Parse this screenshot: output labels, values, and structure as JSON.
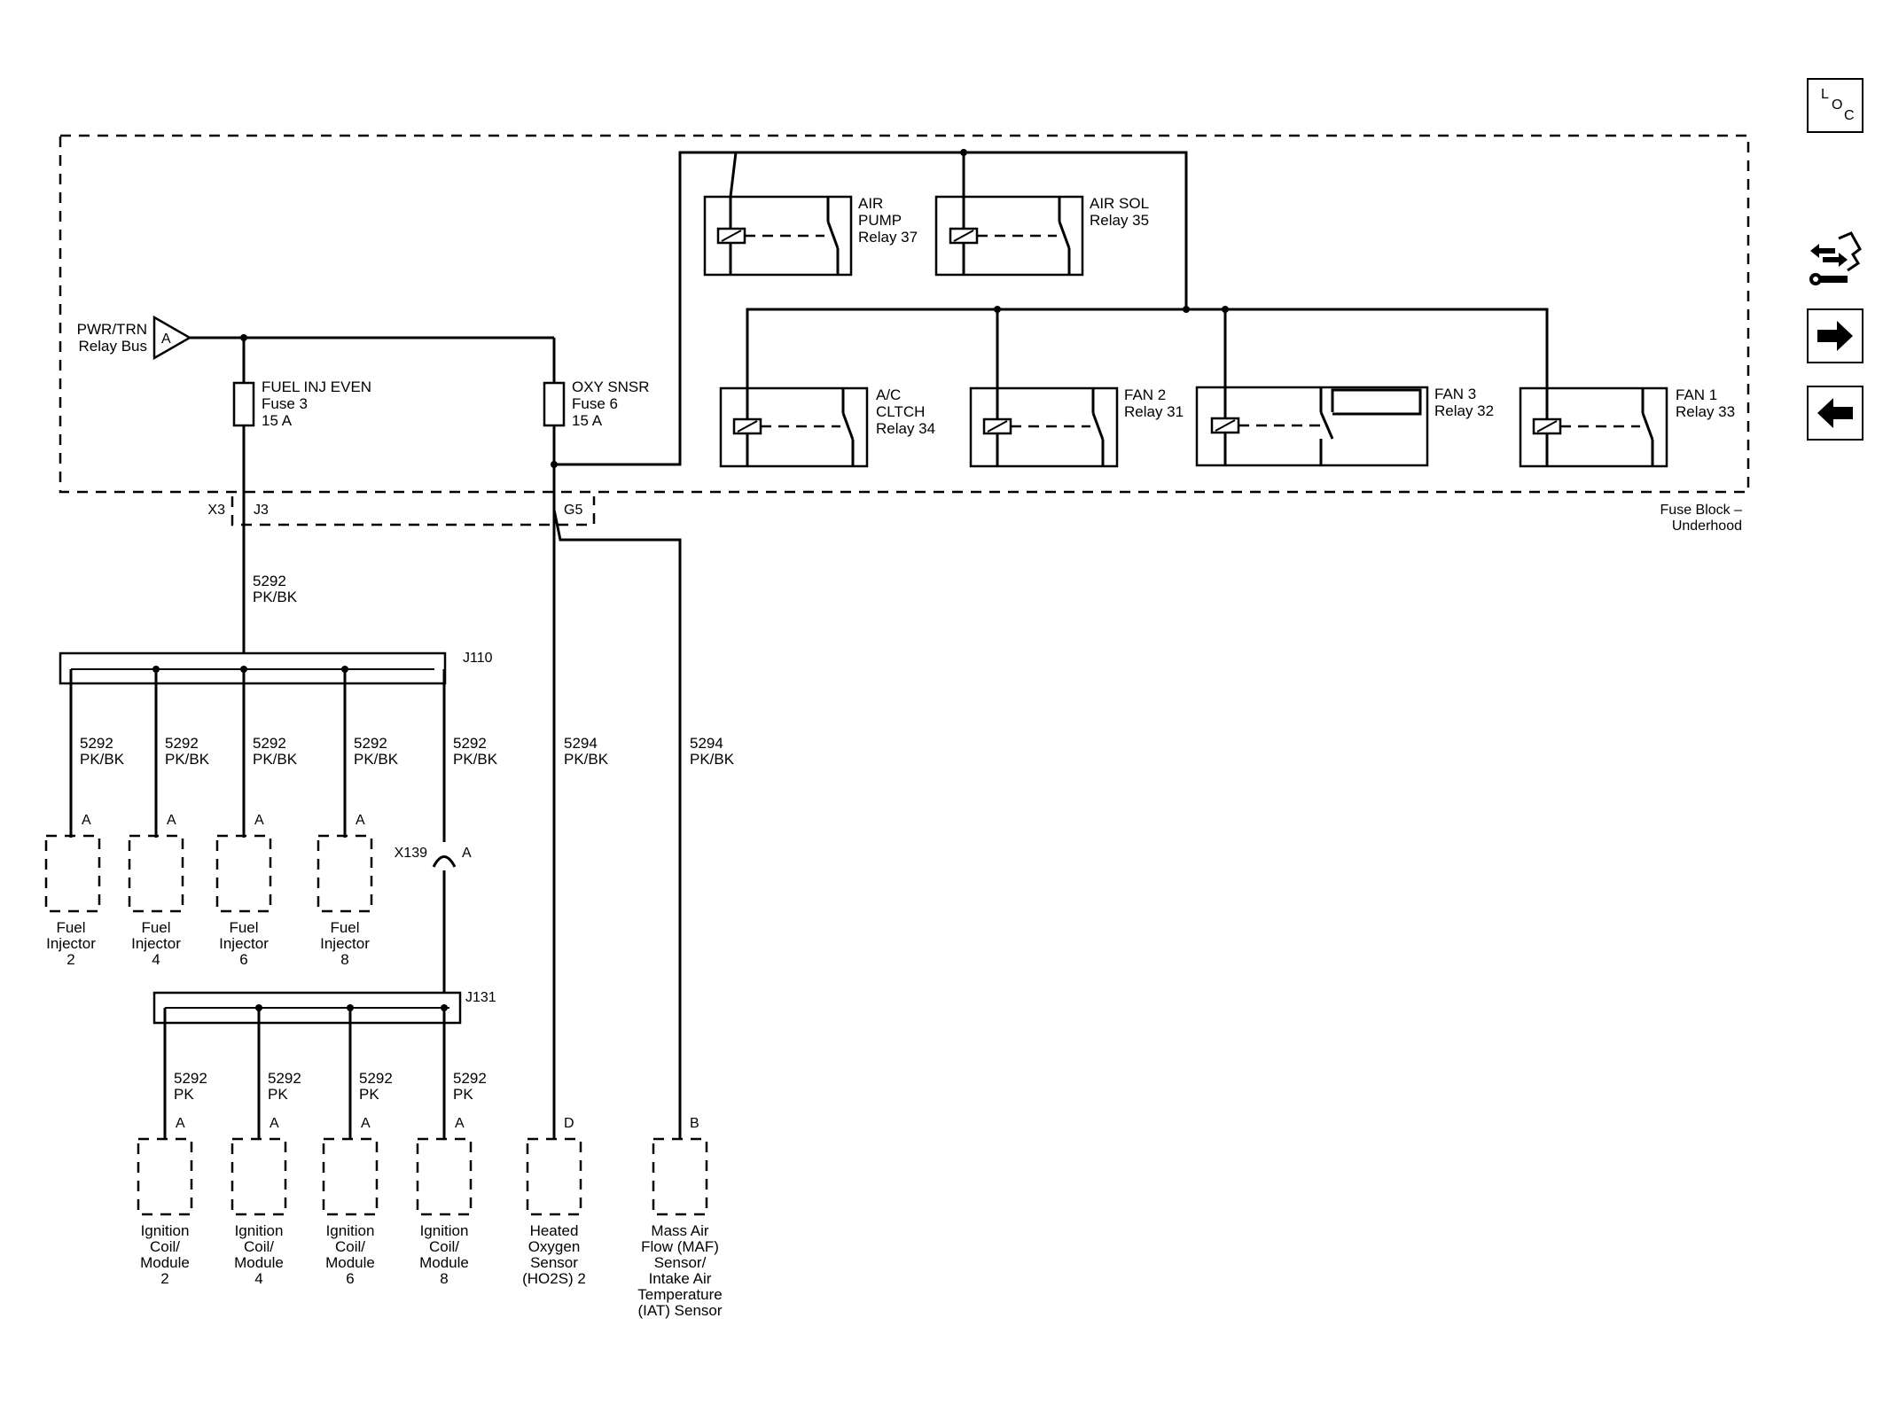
{
  "loc_button": {
    "l": "L",
    "o": "O",
    "c": "C"
  },
  "power_source": {
    "pin": "A",
    "line1": "PWR/TRN",
    "line2": "Relay Bus"
  },
  "fuse_block": {
    "line1": "Fuse Block –",
    "line2": "Underhood"
  },
  "fuses": [
    {
      "name": "FUEL INJ EVEN",
      "fuse": "Fuse 3",
      "rating": "15 A"
    },
    {
      "name": "OXY SNSR",
      "fuse": "Fuse 6",
      "rating": "15 A"
    }
  ],
  "relays": [
    {
      "lines": [
        "AIR",
        "PUMP",
        "Relay 37"
      ]
    },
    {
      "lines": [
        "AIR SOL",
        "Relay 35"
      ]
    },
    {
      "lines": [
        "A/C",
        "CLTCH",
        "Relay 34"
      ]
    },
    {
      "lines": [
        "FAN 2",
        "Relay 31"
      ]
    },
    {
      "lines": [
        "FAN 3",
        "Relay 32"
      ]
    },
    {
      "lines": [
        "FAN 1",
        "Relay 33"
      ]
    }
  ],
  "connectors": {
    "x3": "X3",
    "j3": "J3",
    "g5": "G5",
    "j110": "J110",
    "x139": "X139",
    "x139_pin": "A",
    "j131": "J131"
  },
  "circuits": {
    "main_num": "5292",
    "main_color": "PK/BK",
    "inj_num": "5292",
    "inj_color": "PK/BK",
    "coil_num": "5292",
    "coil_color": "PK",
    "oxy_num": "5294",
    "oxy_color": "PK/BK",
    "maf_num": "5294",
    "maf_color": "PK/BK"
  },
  "pins": {
    "a": "A",
    "d": "D",
    "b": "B"
  },
  "injectors": [
    {
      "lines": [
        "Fuel",
        "Injector",
        "2"
      ]
    },
    {
      "lines": [
        "Fuel",
        "Injector",
        "4"
      ]
    },
    {
      "lines": [
        "Fuel",
        "Injector",
        "6"
      ]
    },
    {
      "lines": [
        "Fuel",
        "Injector",
        "8"
      ]
    }
  ],
  "coils": [
    {
      "lines": [
        "Ignition",
        "Coil/",
        "Module",
        "2"
      ]
    },
    {
      "lines": [
        "Ignition",
        "Coil/",
        "Module",
        "4"
      ]
    },
    {
      "lines": [
        "Ignition",
        "Coil/",
        "Module",
        "6"
      ]
    },
    {
      "lines": [
        "Ignition",
        "Coil/",
        "Module",
        "8"
      ]
    }
  ],
  "sensors": [
    {
      "lines": [
        "Heated",
        "Oxygen",
        "Sensor",
        "(HO2S) 2"
      ]
    },
    {
      "lines": [
        "Mass Air",
        "Flow (MAF)",
        "Sensor/",
        "Intake Air",
        "Temperature",
        "(IAT) Sensor"
      ]
    }
  ],
  "nav": {
    "tools_icon": "connector-tools-icon",
    "next_icon": "arrow-right-icon",
    "prev_icon": "arrow-left-icon"
  }
}
